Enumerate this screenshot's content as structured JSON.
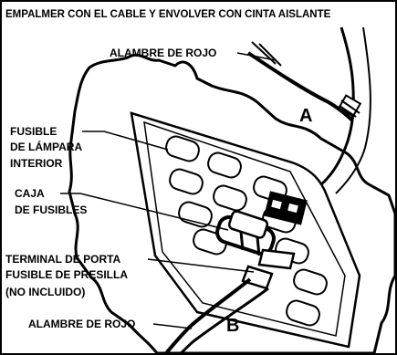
{
  "title": "EMPALMER CON EL CABLE Y ENVOLVER CON CINTA AISLANTE",
  "labels": {
    "red_wire_top": "ALAMBRE DE ROJO",
    "fuse_line1": "FUSIBLE",
    "fuse_line2": "DE LÁMPARA",
    "fuse_line3": "INTERIOR",
    "box_line1": "CAJA",
    "box_line2": "DE FUSIBLES",
    "terminal_line1": "TERMINAL DE PORTA",
    "terminal_line2": "FUSIBLE DE PRESILLA",
    "terminal_line3": "(NO INCLUIDO)",
    "red_wire_bottom": "ALAMBRE DE ROJO",
    "point_a": "A",
    "point_b": "B"
  }
}
